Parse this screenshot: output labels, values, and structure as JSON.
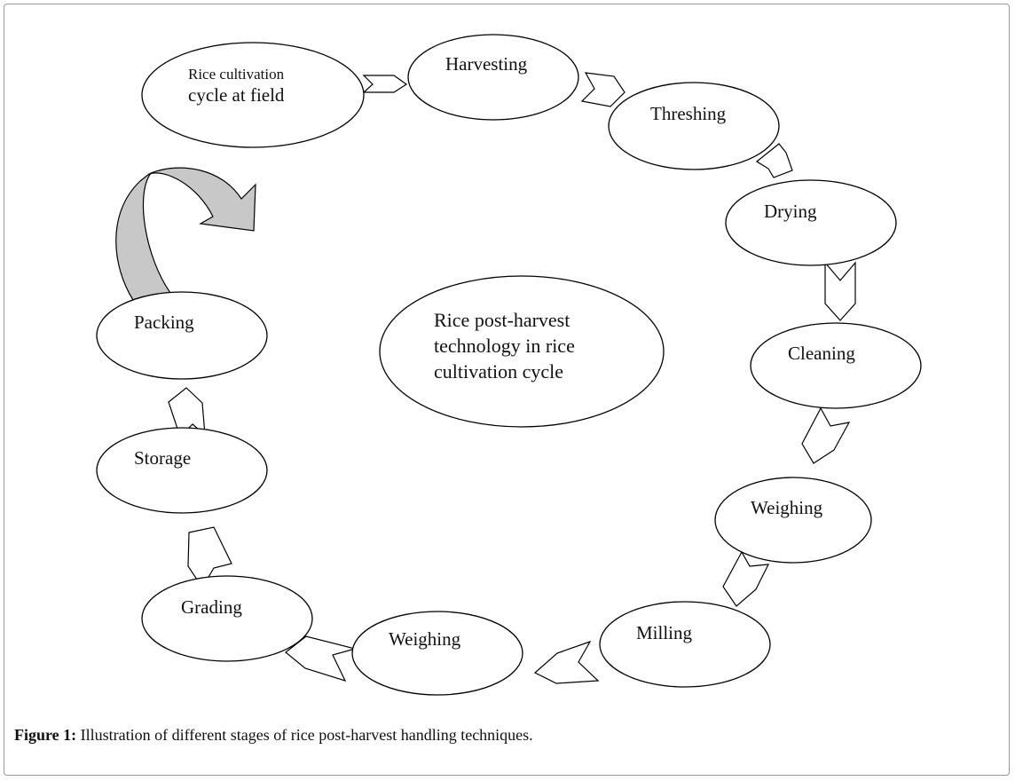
{
  "nodes": {
    "rice_cultivation": {
      "line1": "Rice cultivation",
      "line2": "cycle at field"
    },
    "harvesting": "Harvesting",
    "threshing": "Threshing",
    "drying": "Drying",
    "cleaning": "Cleaning",
    "weighing_1": "Weighing",
    "milling": "Milling",
    "weighing_2": "Weighing",
    "grading": "Grading",
    "storage": "Storage",
    "packing": "Packing"
  },
  "center": {
    "line1": "Rice post-harvest",
    "line2": "technology in rice",
    "line3": "cultivation cycle"
  },
  "caption": {
    "label": "Figure 1:",
    "text": " Illustration of different stages of rice post-harvest handling techniques."
  },
  "colors": {
    "stroke": "#000000",
    "loop_arrow_fill": "#c8c8c8"
  }
}
